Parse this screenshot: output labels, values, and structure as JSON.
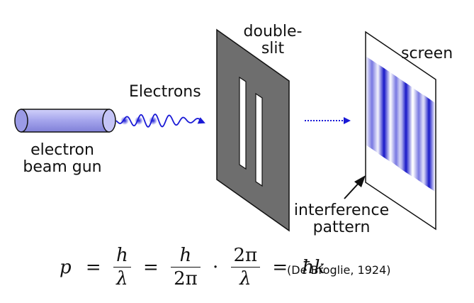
{
  "labels": {
    "electrons": "Electrons",
    "gun": [
      "electron",
      "beam gun"
    ],
    "slit": [
      "double-",
      "slit"
    ],
    "screen": "screen",
    "pattern": [
      "interference",
      "pattern"
    ]
  },
  "formula": {
    "p": "p",
    "eq": "=",
    "h": "h",
    "lambda": "λ",
    "two_pi": "2π",
    "dot": "·",
    "hbar_k": "ħk"
  },
  "reference": "(De Broglie, 1924)",
  "colors": {
    "gun": "#a8a8ee",
    "wave": "#1a1ad6",
    "slit": "#6e6e6e",
    "fringe": "#1616c8"
  }
}
